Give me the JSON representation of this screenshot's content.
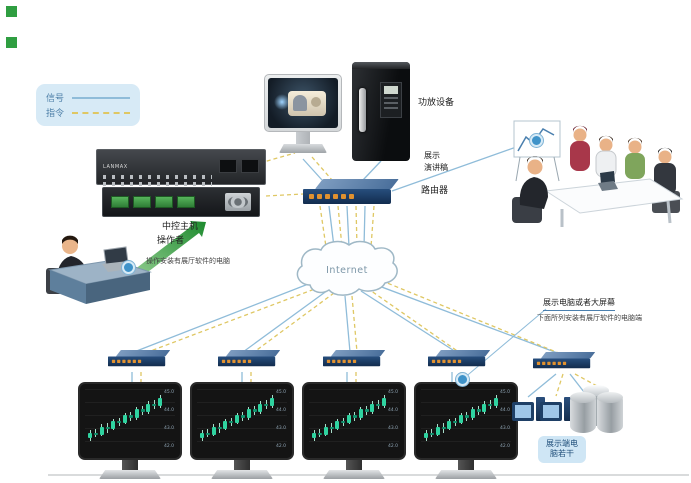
{
  "legend": {
    "signal": "信号",
    "command": "指令"
  },
  "labels": {
    "central_host": "中控主机",
    "amplifier": "功放设备",
    "display": "展示",
    "speech": "演讲稿",
    "router": "路由器",
    "operator": "操作者",
    "operator_desc": "操作安装有展厅软件的电脑",
    "internet": "Internet",
    "display_screen": "展示电脑或者大屏幕",
    "display_screen_desc": "下面所列安装有展厅软件的电脑端",
    "terminal_line1": "展示端电",
    "terminal_line2": "脑若干",
    "rack_brand": "LANMAX"
  },
  "colors": {
    "signal_line": "#8fbcd9",
    "command_line": "#dfc763",
    "arrow_green": "#1d8a2e",
    "legend_bg": "#d7eaf6",
    "router_body": "#1c3f66",
    "port_orange": "#e0912f",
    "candle_up": "#2fd3a0",
    "candle_down": "#11936e"
  },
  "monitor_chart": {
    "type": "candlestick",
    "candles": [
      {
        "o": 20,
        "c": 30,
        "l": 15,
        "h": 34
      },
      {
        "o": 30,
        "c": 26,
        "l": 22,
        "h": 36
      },
      {
        "o": 26,
        "c": 40,
        "l": 24,
        "h": 44
      },
      {
        "o": 40,
        "c": 36,
        "l": 30,
        "h": 46
      },
      {
        "o": 36,
        "c": 50,
        "l": 34,
        "h": 54
      },
      {
        "o": 50,
        "c": 46,
        "l": 42,
        "h": 56
      },
      {
        "o": 46,
        "c": 60,
        "l": 44,
        "h": 64
      },
      {
        "o": 60,
        "c": 55,
        "l": 50,
        "h": 66
      },
      {
        "o": 55,
        "c": 70,
        "l": 52,
        "h": 74
      },
      {
        "o": 70,
        "c": 66,
        "l": 60,
        "h": 76
      },
      {
        "o": 66,
        "c": 80,
        "l": 62,
        "h": 84
      },
      {
        "o": 80,
        "c": 76,
        "l": 70,
        "h": 86
      },
      {
        "o": 76,
        "c": 90,
        "l": 72,
        "h": 94
      }
    ],
    "axis_labels": [
      "45.0",
      "44.0",
      "43.0",
      "42.0"
    ]
  }
}
